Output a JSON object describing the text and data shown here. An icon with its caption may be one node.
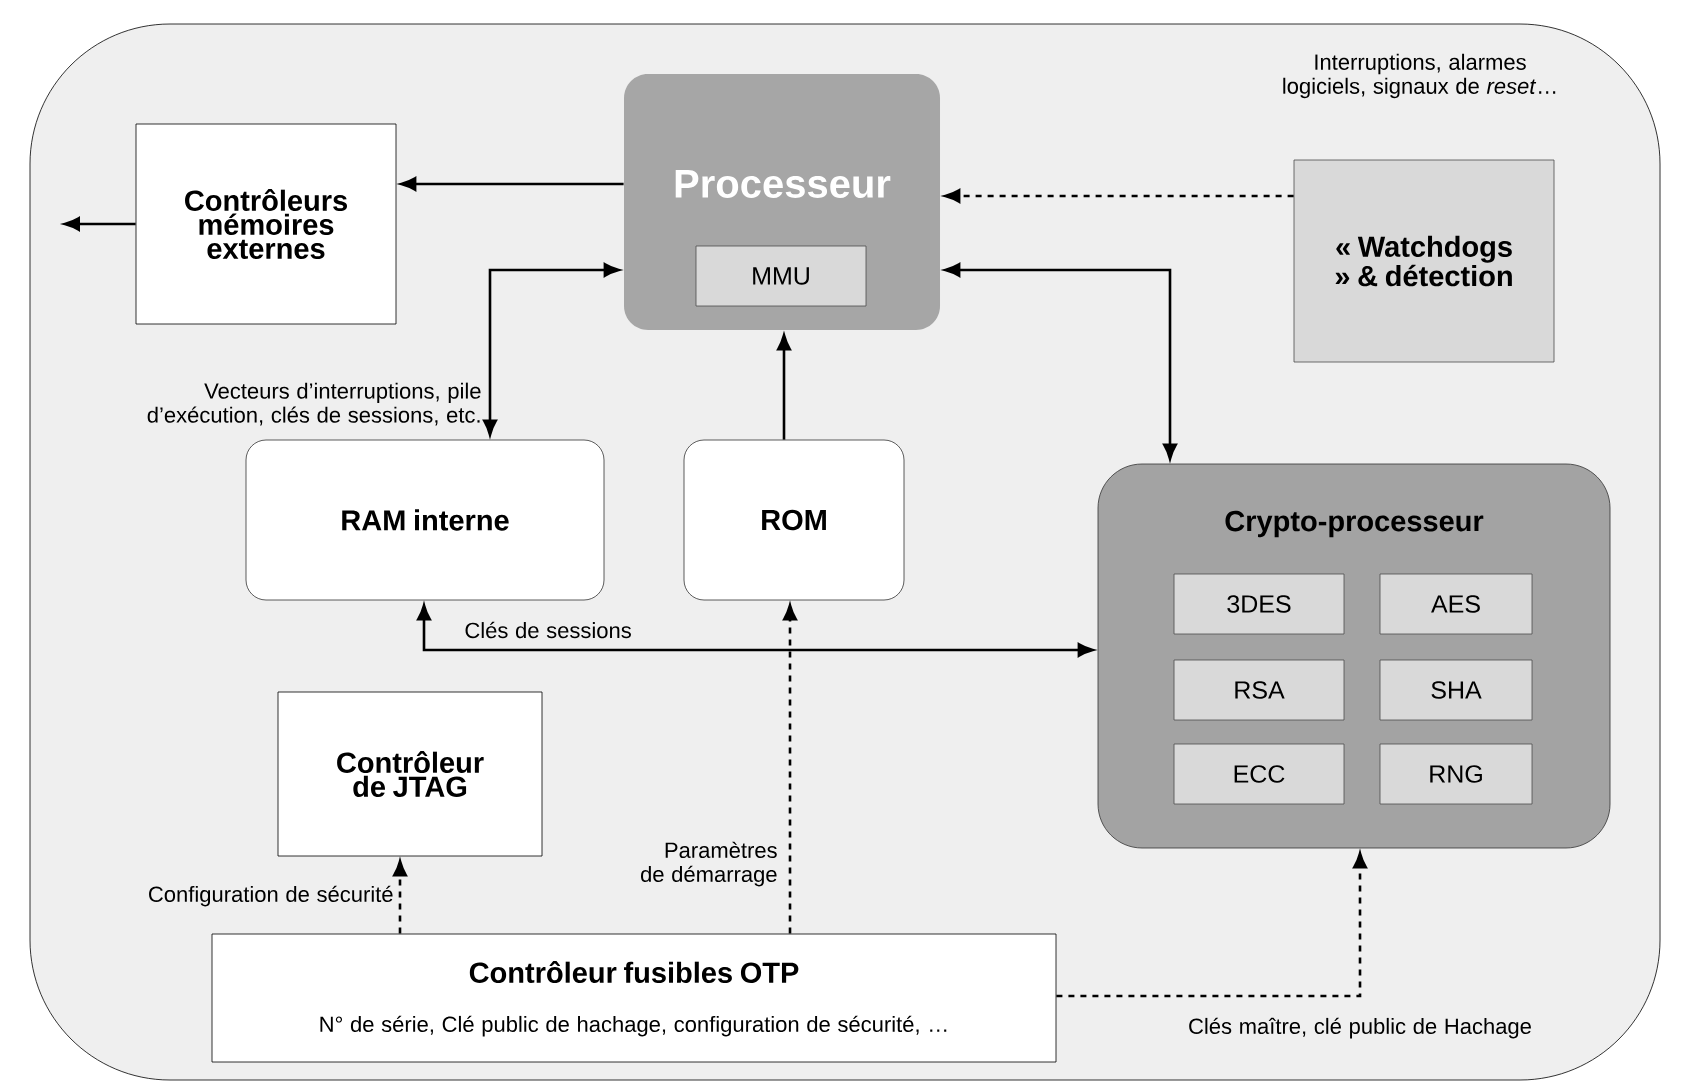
{
  "diagram": {
    "nodes": [
      {
        "text": [
          "Processeur"
        ]
      },
      {
        "text": [
          "MMU"
        ],
        "in": 0
      },
      {
        "text": [
          "Contrôleurs mémoires externes"
        ]
      },
      {
        "text": [
          "« Watchdogs » & détection"
        ],
        "beside": [
          "Interruptions, alarmes logiciels, signaux de *reset*…"
        ]
      },
      {
        "text": [
          "RAM interne"
        ]
      },
      {
        "text": [
          "ROM"
        ]
      },
      {
        "text": [
          "Crypto-processeur"
        ]
      },
      {
        "text": [
          "3DES"
        ],
        "in": 6
      },
      {
        "text": [
          "AES"
        ],
        "in": 6
      },
      {
        "text": [
          "RSA"
        ],
        "in": 6
      },
      {
        "text": [
          "SHA"
        ],
        "in": 6
      },
      {
        "text": [
          "ECC"
        ],
        "in": 6
      },
      {
        "text": [
          "RNG"
        ],
        "in": 6
      },
      {
        "text": [
          "Contrôleur de JTAG"
        ]
      },
      {
        "text": [
          "Contrôleur fusibles OTP",
          "N° de série, Clé public de hachage, configuration de sécurité, …"
        ]
      }
    ],
    "edges": [
      {
        "from": 0,
        "to": 2,
        "arrow": "to"
      },
      {
        "from": 2,
        "to": null,
        "arrow": "to"
      },
      {
        "from": 3,
        "to": 0,
        "arrow": "to",
        "style": "dashed"
      },
      {
        "from": 0,
        "to": 4,
        "arrow": "both",
        "label": "Vecteurs d’interruptions, pile d’exécution, clés de sessions, etc."
      },
      {
        "from": 5,
        "to": 0,
        "arrow": "to"
      },
      {
        "from": 0,
        "to": 6,
        "arrow": "both"
      },
      {
        "from": 4,
        "to": 6,
        "arrow": "both",
        "label": "Clés de sessions"
      },
      {
        "from": 14,
        "to": 13,
        "arrow": "to",
        "style": "dashed",
        "label": "Configuration de sécurité"
      },
      {
        "from": 14,
        "to": 5,
        "arrow": "to",
        "style": "dashed",
        "label": "Paramètres de démarrage"
      },
      {
        "from": 14,
        "to": 6,
        "arrow": "to",
        "style": "dashed",
        "label": "Clés maître, clé public de Hachage"
      }
    ]
  }
}
